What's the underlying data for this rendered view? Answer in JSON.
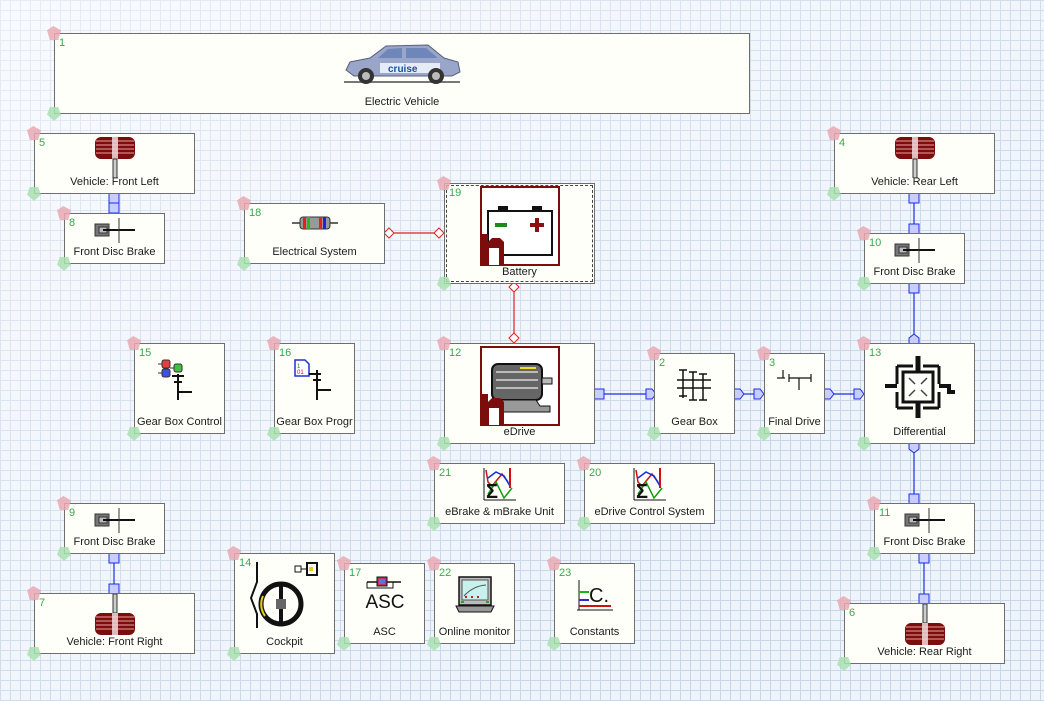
{
  "app": {
    "view": "Electric Vehicle model diagram"
  },
  "colors": {
    "mechanical_wire": "#1a2fe0",
    "electrical_wire": "#e02020",
    "block_number": "#3aa84a",
    "block_bg": "#fffffa",
    "tire_red": "#8b1a1a",
    "e_component_border": "#7b0d0d"
  },
  "blocks": [
    {
      "id": "1",
      "label": "Electric Vehicle",
      "icon": "car-icon",
      "icon_text": "cruise"
    },
    {
      "id": "5",
      "label": "Vehicle: Front Left",
      "icon": "wheel-icon"
    },
    {
      "id": "8",
      "label": "Front Disc Brake",
      "icon": "disc-brake-icon"
    },
    {
      "id": "18",
      "label": "Electrical System",
      "icon": "resistor-icon"
    },
    {
      "id": "19",
      "label": "Battery",
      "icon": "battery-icon",
      "selected": true
    },
    {
      "id": "4",
      "label": "Vehicle: Rear Left",
      "icon": "wheel-icon"
    },
    {
      "id": "10",
      "label": "Front Disc Brake",
      "icon": "disc-brake-icon"
    },
    {
      "id": "15",
      "label": "Gear Box Control",
      "icon": "gearbox-control-icon"
    },
    {
      "id": "16",
      "label": "Gear Box Progr",
      "icon": "gearbox-program-icon"
    },
    {
      "id": "12",
      "label": "eDrive",
      "icon": "electric-motor-icon"
    },
    {
      "id": "2",
      "label": "Gear Box",
      "icon": "gearbox-icon"
    },
    {
      "id": "3",
      "label": "Final Drive",
      "icon": "final-drive-icon"
    },
    {
      "id": "13",
      "label": "Differential",
      "icon": "differential-icon"
    },
    {
      "id": "21",
      "label": "eBrake & mBrake Unit",
      "icon": "function-sum-icon"
    },
    {
      "id": "20",
      "label": "eDrive Control System",
      "icon": "function-sum-icon"
    },
    {
      "id": "9",
      "label": "Front Disc Brake",
      "icon": "disc-brake-icon"
    },
    {
      "id": "11",
      "label": "Front Disc Brake",
      "icon": "disc-brake-icon"
    },
    {
      "id": "7",
      "label": "Vehicle: Front Right",
      "icon": "wheel-icon"
    },
    {
      "id": "14",
      "label": "Cockpit",
      "icon": "steering-wheel-icon"
    },
    {
      "id": "17",
      "label": "ASC",
      "icon": "asc-icon",
      "icon_text": "ASC"
    },
    {
      "id": "22",
      "label": "Online monitor",
      "icon": "monitor-icon"
    },
    {
      "id": "23",
      "label": "Constants",
      "icon": "constants-icon",
      "icon_text": "C."
    },
    {
      "id": "6",
      "label": "Vehicle: Rear Right",
      "icon": "wheel-icon"
    }
  ],
  "connections": [
    {
      "from": "5",
      "to": "8",
      "type": "mechanical"
    },
    {
      "from": "18",
      "to": "19",
      "type": "electrical"
    },
    {
      "from": "19",
      "to": "12",
      "type": "electrical"
    },
    {
      "from": "12",
      "to": "2",
      "type": "mechanical"
    },
    {
      "from": "2",
      "to": "3",
      "type": "mechanical"
    },
    {
      "from": "3",
      "to": "13",
      "type": "mechanical"
    },
    {
      "from": "4",
      "to": "10",
      "type": "mechanical"
    },
    {
      "from": "10",
      "to": "13",
      "type": "mechanical"
    },
    {
      "from": "13",
      "to": "11",
      "type": "mechanical"
    },
    {
      "from": "11",
      "to": "6",
      "type": "mechanical"
    },
    {
      "from": "9",
      "to": "7",
      "type": "mechanical"
    }
  ]
}
